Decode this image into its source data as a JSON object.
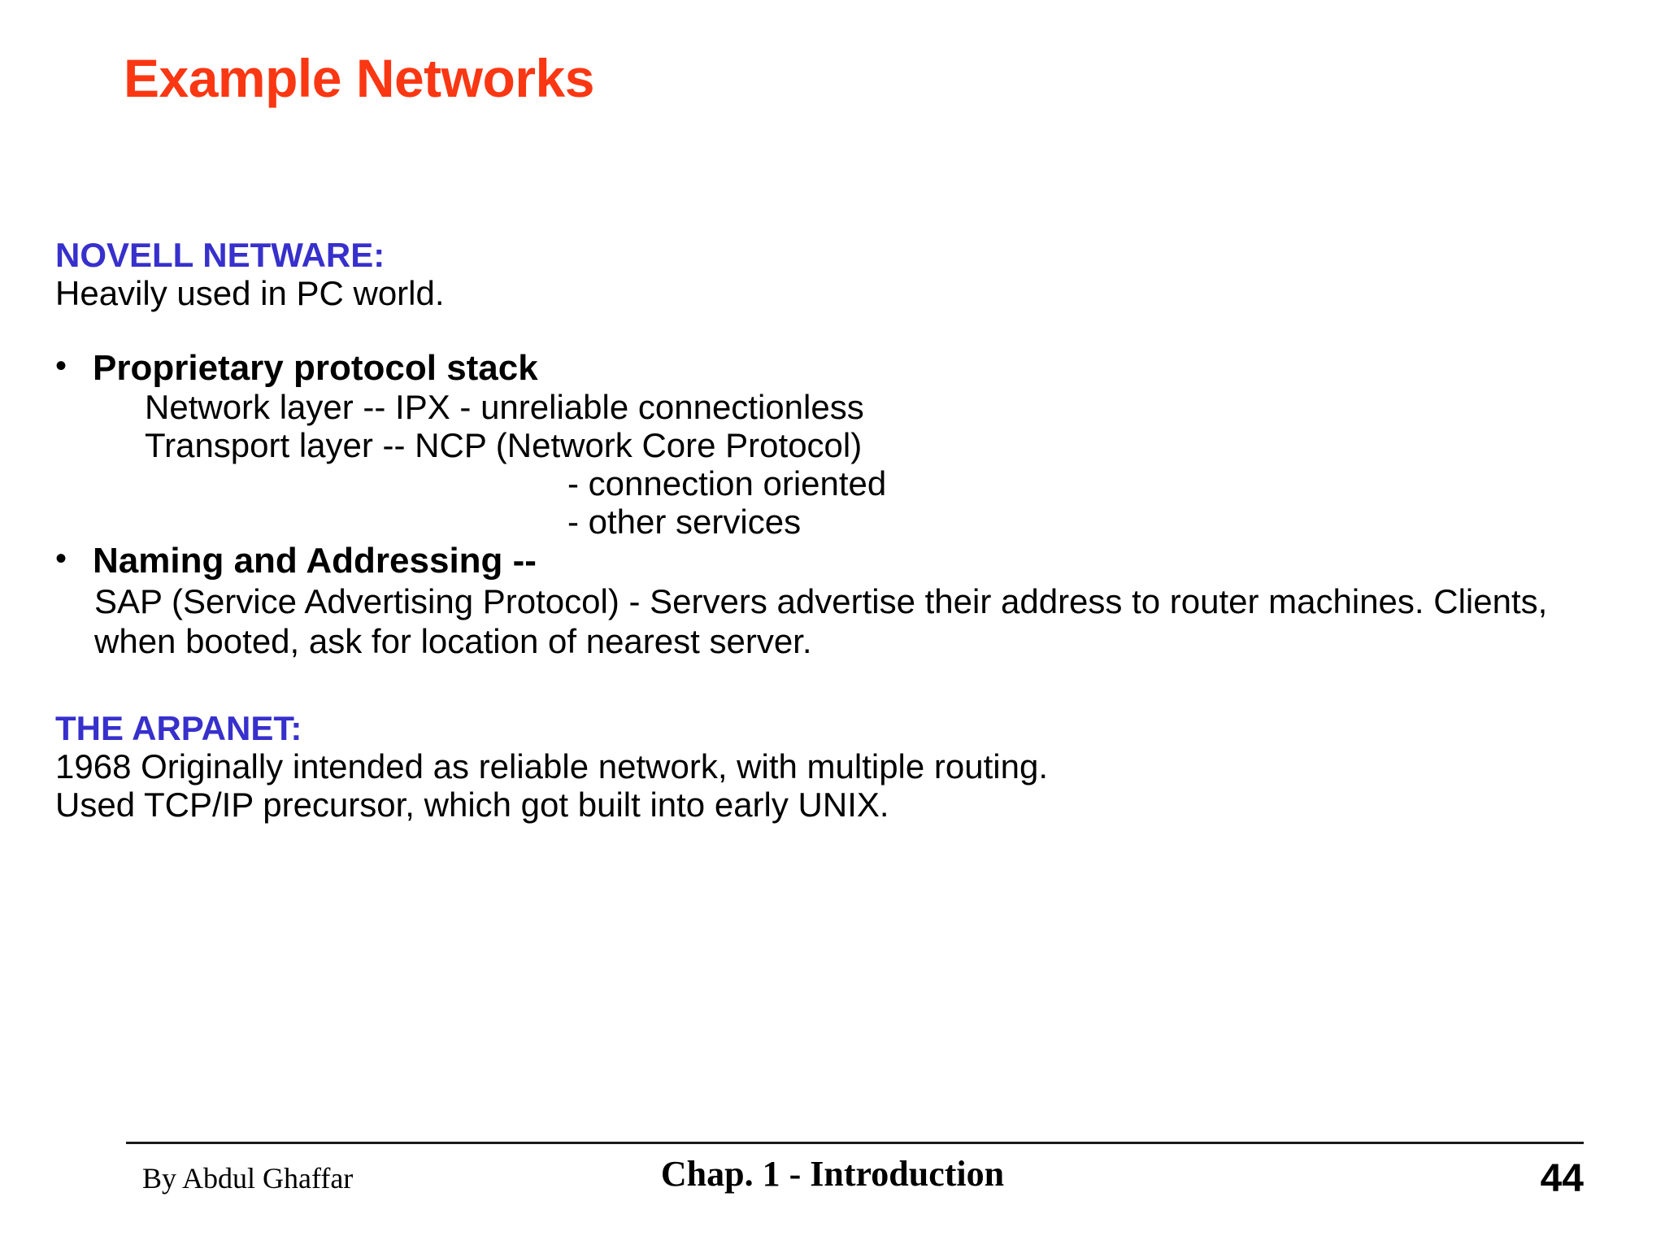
{
  "slide": {
    "title": "Example Networks",
    "title_color": "#FA3713",
    "heading_color": "#3730CC",
    "background_color": "#FFFFFF",
    "body_color": "#000000"
  },
  "sections": [
    {
      "heading": "NOVELL NETWARE:",
      "intro": "Heavily used in PC world.",
      "bullets": [
        {
          "marker": "•",
          "label": "Proprietary protocol stack",
          "sublines": [
            "Network layer   -- IPX - unreliable connectionless",
            "Transport layer -- NCP (Network Core Protocol)"
          ],
          "subsublines": [
            "- connection oriented",
            "- other services"
          ]
        },
        {
          "marker": "•",
          "label": "Naming and Addressing --",
          "paragraph": "SAP (Service Advertising Protocol) - Servers advertise their address to router machines.  Clients, when booted, ask for location of nearest server."
        }
      ]
    },
    {
      "heading": "THE ARPANET:",
      "lines": [
        "1968 Originally intended as reliable network, with multiple routing.",
        " Used TCP/IP precursor, which got built into early UNIX."
      ]
    }
  ],
  "footer": {
    "author": "By Abdul Ghaffar",
    "chapter": "Chap. 1 - Introduction",
    "page_number": "44"
  }
}
